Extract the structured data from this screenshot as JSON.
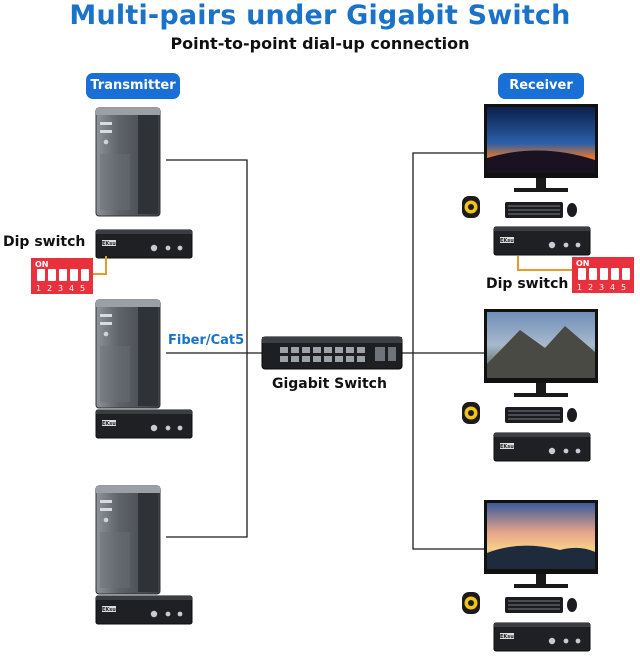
{
  "header": {
    "title": "Multi-pairs under Gigabit Switch",
    "subtitle": "Point-to-point dial-up connection"
  },
  "labels": {
    "transmitter": "Transmitter",
    "receiver": "Receiver",
    "dip_switch_left": "Dip switch",
    "dip_switch_right": "Dip switch",
    "fiber_cat5": "Fiber/Cat5",
    "gigabit_switch": "Gigabit Switch"
  },
  "dip": {
    "on": "ON",
    "positions": [
      "1",
      "2",
      "3",
      "4",
      "5"
    ]
  },
  "extender_brand": "EKsun",
  "colors": {
    "accent": "#1a73c8",
    "pill": "#1a6fd6",
    "dip_red": "#e8313d",
    "connector_orange": "#e59a2b"
  }
}
